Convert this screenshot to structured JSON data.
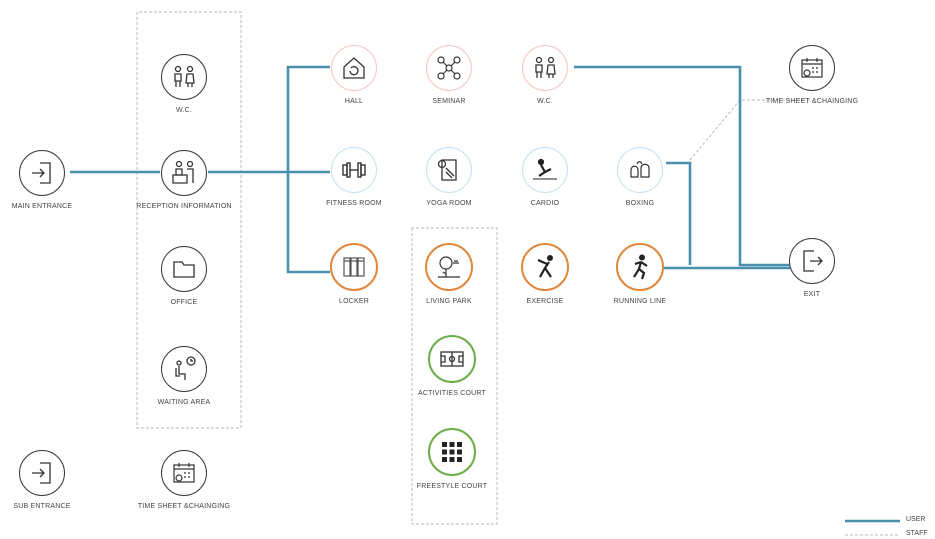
{
  "nodes": {
    "wc_left": {
      "label": "W.C."
    },
    "reception": {
      "label": "RECEPTION INFORMATION"
    },
    "office": {
      "label": "OFFICE"
    },
    "waiting": {
      "label": "WAITING AREA"
    },
    "timesheet_bottom": {
      "label": "TIME SHEET &CHAINGING"
    },
    "main_entrance": {
      "label": "MAIN ENTRANCE"
    },
    "sub_entrance": {
      "label": "SUB ENTRANCE"
    },
    "hall": {
      "label": "HALL"
    },
    "seminar": {
      "label": "SEMINAR"
    },
    "wc_top": {
      "label": "W.C."
    },
    "timesheet_top": {
      "label": "TIME SHEET &CHAINGING"
    },
    "fitness": {
      "label": "FITNESS ROOM"
    },
    "yoga": {
      "label": "YOGA ROOM"
    },
    "cardio": {
      "label": "CARDIO"
    },
    "boxing": {
      "label": "BOXING"
    },
    "locker": {
      "label": "LOCKER"
    },
    "living_park": {
      "label": "LIVING PARK"
    },
    "exercise": {
      "label": "EXERCISE"
    },
    "running": {
      "label": "RUNNING LINE"
    },
    "exit": {
      "label": "EXIT"
    },
    "activities": {
      "label": "ACTIVITIES COURT"
    },
    "freestyle": {
      "label": "FREESTYLE COURT"
    }
  },
  "legend": {
    "user": "USER",
    "staff": "STAFF"
  },
  "colors": {
    "user_path": "#4a8fad",
    "staff_path": "#b9b9b9",
    "accent_orange": "#e0873e",
    "accent_green": "#6cae4a"
  }
}
